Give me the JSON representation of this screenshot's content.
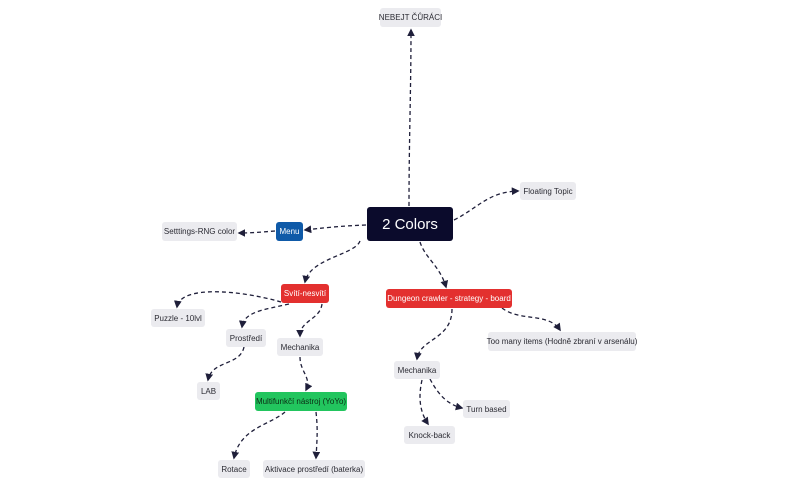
{
  "diagram": {
    "type": "mind-map",
    "nodes": [
      {
        "id": "root",
        "label": "2 Colors",
        "style": "root"
      },
      {
        "id": "nebejt",
        "label": "NEBEJT ČŮRÁCI",
        "style": "plain"
      },
      {
        "id": "floating",
        "label": "Floating Topic",
        "style": "plain"
      },
      {
        "id": "menu",
        "label": "Menu",
        "style": "blue"
      },
      {
        "id": "settings",
        "label": "Setttings-RNG color",
        "style": "plain"
      },
      {
        "id": "sviti",
        "label": "Svítí-nesvítí",
        "style": "red"
      },
      {
        "id": "dungeon",
        "label": "Dungeon crawler - strategy - board",
        "style": "red"
      },
      {
        "id": "puzzle",
        "label": "Puzzle - 10lvl",
        "style": "plain"
      },
      {
        "id": "prostredi",
        "label": "Prostředí",
        "style": "plain"
      },
      {
        "id": "mech1",
        "label": "Mechanika",
        "style": "plain"
      },
      {
        "id": "lab",
        "label": "LAB",
        "style": "plain"
      },
      {
        "id": "yoyo",
        "label": "Multifunkčí nástroj (YoYo)",
        "style": "green"
      },
      {
        "id": "rotace",
        "label": "Rotace",
        "style": "plain"
      },
      {
        "id": "aktivace",
        "label": "Aktivace prostředí (baterka)",
        "style": "plain"
      },
      {
        "id": "toomany",
        "label": "Too many items (Hodně zbraní v arsenálu)",
        "style": "plain"
      },
      {
        "id": "mech2",
        "label": "Mechanika",
        "style": "plain"
      },
      {
        "id": "turn",
        "label": "Turn based",
        "style": "plain"
      },
      {
        "id": "knock",
        "label": "Knock-back",
        "style": "plain"
      }
    ],
    "edges": [
      {
        "from": "root",
        "to": "nebejt"
      },
      {
        "from": "root",
        "to": "floating"
      },
      {
        "from": "root",
        "to": "menu"
      },
      {
        "from": "menu",
        "to": "settings"
      },
      {
        "from": "root",
        "to": "sviti"
      },
      {
        "from": "root",
        "to": "dungeon"
      },
      {
        "from": "sviti",
        "to": "puzzle"
      },
      {
        "from": "sviti",
        "to": "prostredi"
      },
      {
        "from": "sviti",
        "to": "mech1"
      },
      {
        "from": "prostredi",
        "to": "lab"
      },
      {
        "from": "mech1",
        "to": "yoyo"
      },
      {
        "from": "yoyo",
        "to": "rotace"
      },
      {
        "from": "yoyo",
        "to": "aktivace"
      },
      {
        "from": "dungeon",
        "to": "toomany"
      },
      {
        "from": "dungeon",
        "to": "mech2"
      },
      {
        "from": "mech2",
        "to": "turn"
      },
      {
        "from": "mech2",
        "to": "knock"
      }
    ],
    "colors": {
      "root": "#0b0b2c",
      "blue": "#0f5aa8",
      "red": "#e3302f",
      "green": "#22c55e",
      "plain": "#ebebef",
      "edge": "#1f1f3a"
    }
  }
}
